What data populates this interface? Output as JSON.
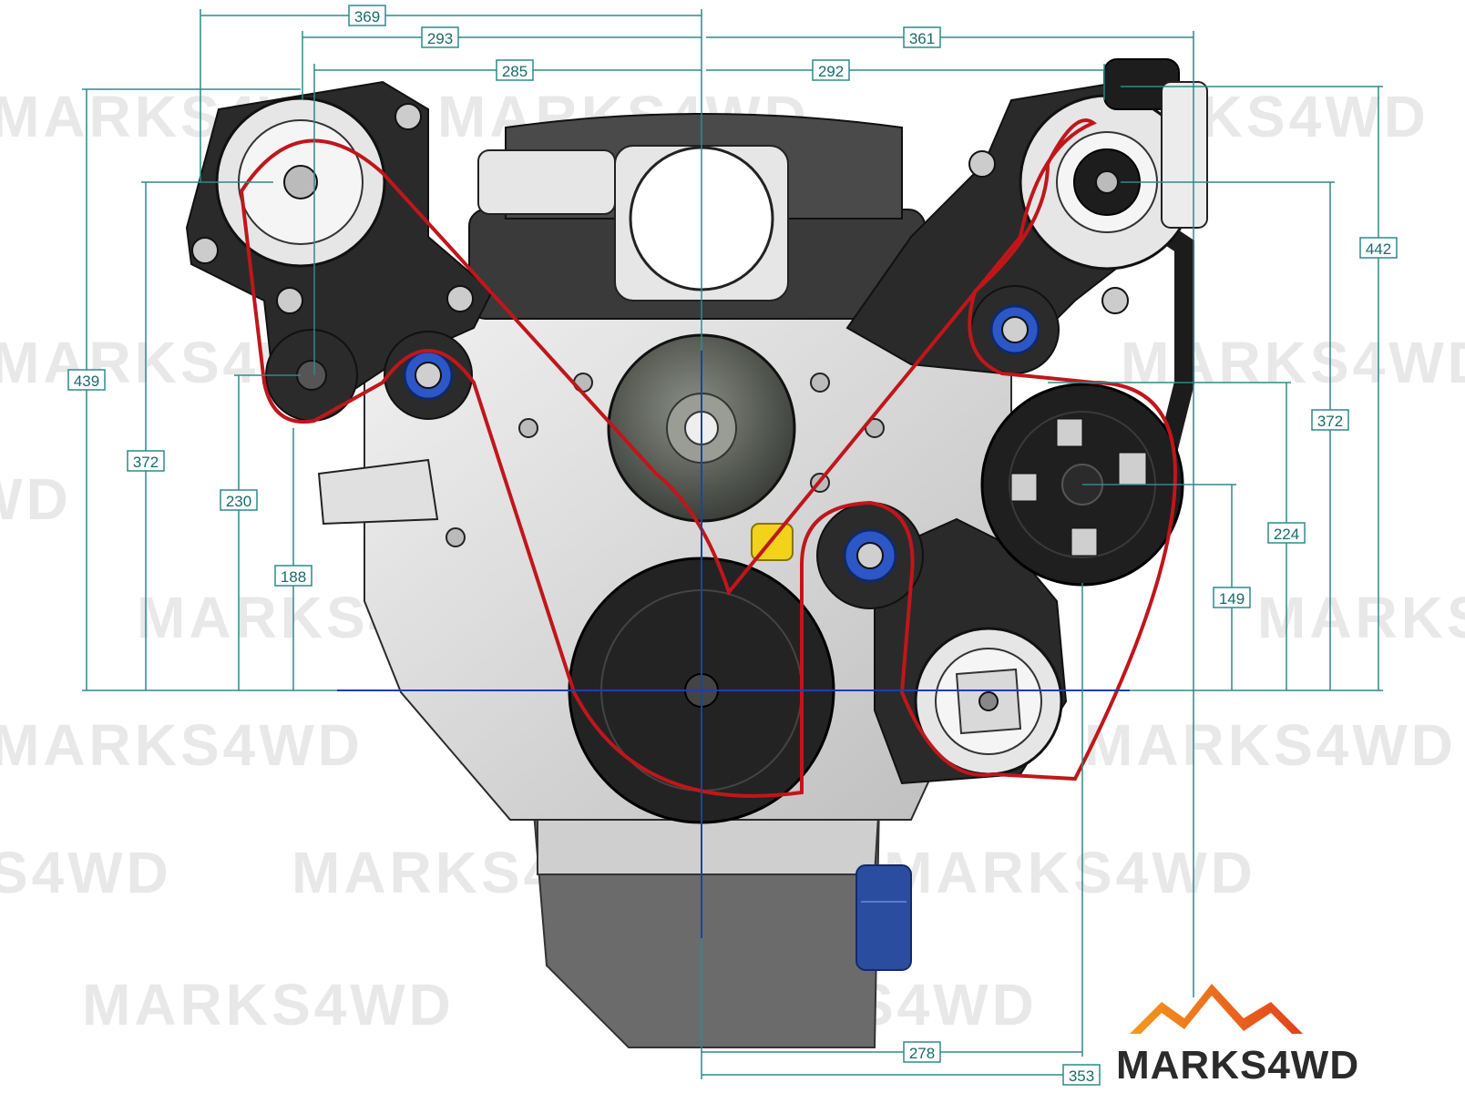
{
  "brand": {
    "logo_text": "MARKS4WD",
    "watermark_text": "MARKS4WD",
    "accent_orange": "#f39a1e",
    "accent_red": "#e2401c"
  },
  "colors": {
    "dimension_line": "#2f8a8a",
    "belt": "#c0161b",
    "bracket": "#2a2a2a",
    "engine_body": "#d9d9d9",
    "centerline": "#1f3fa8",
    "oil_filter": "#2b4da0",
    "bearing_blue": "#2d57c7"
  },
  "dimensions": [
    {
      "id": "d369",
      "value": "369"
    },
    {
      "id": "d293",
      "value": "293"
    },
    {
      "id": "d285",
      "value": "285"
    },
    {
      "id": "d361",
      "value": "361"
    },
    {
      "id": "d292",
      "value": "292"
    },
    {
      "id": "d439",
      "value": "439"
    },
    {
      "id": "d372l",
      "value": "372"
    },
    {
      "id": "d230",
      "value": "230"
    },
    {
      "id": "d188",
      "value": "188"
    },
    {
      "id": "d442",
      "value": "442"
    },
    {
      "id": "d372r",
      "value": "372"
    },
    {
      "id": "d224",
      "value": "224"
    },
    {
      "id": "d149",
      "value": "149"
    },
    {
      "id": "d278",
      "value": "278"
    },
    {
      "id": "d353",
      "value": "353"
    }
  ]
}
